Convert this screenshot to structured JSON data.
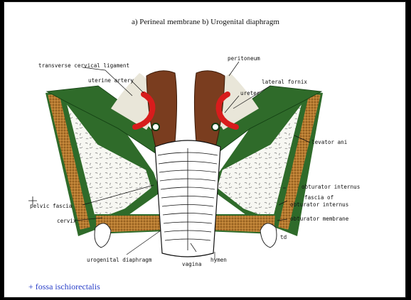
{
  "caption": "a) Perineal membrane  b) Urogenital diaphragm",
  "footer": "+ fossa  ischiorectalis",
  "colors": {
    "muscle": "#2f6b2a",
    "bone": "#b77a2e",
    "artery": "#d81c1c",
    "rectum": "#7a3d1f",
    "footer_text": "#2a40c9"
  },
  "labels": {
    "transverse_cervical_ligament": "transverse cervical ligament",
    "uterine_artery": "uterine artery",
    "peritoneum": "peritoneum",
    "lateral_fornix": "lateral fornix",
    "ureter": "ureter",
    "levator_ani": "levator ani",
    "obturator_internus": "obturator internus",
    "fascia_of": "fascia of",
    "obturator_internus_2": "obturator internus",
    "obturator_membrane": "obturator membrane",
    "pelvic_fascia": "pelvic fascia",
    "cervix": "cervix",
    "urogenital_diaphragm": "urogenital diaphragm",
    "vagina": "vagina",
    "hymen": "hymen",
    "signature": "td"
  }
}
